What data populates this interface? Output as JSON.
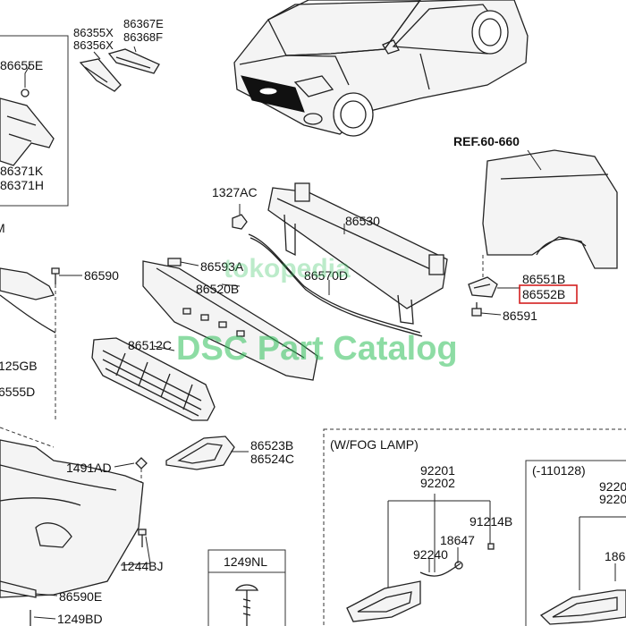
{
  "labels": {
    "p86355x": "86355X",
    "p86356x": "86356X",
    "p86367e": "86367E",
    "p86368f": "86368F",
    "p86655e": "86655E",
    "p86371k": "86371K",
    "p86371h": "86371H",
    "ref": "REF.60-660",
    "p1327ac": "1327AC",
    "p86530": "86530",
    "p86593a": "86593A",
    "p86520b": "86520B",
    "p86570d": "86570D",
    "p86590": "86590",
    "p86551b": "86551B",
    "p86552b": "86552B",
    "p86591": "86591",
    "p86512c": "86512C",
    "p125gb": "125GB",
    "p6555d": "6555D",
    "p86523b": "86523B",
    "p86524c": "86524C",
    "p1491ad": "1491AD",
    "p1244bj": "1244BJ",
    "p86590e": "86590E",
    "p1249bd": "1249BD",
    "p1249nl": "1249NL",
    "fog_title": "(W/FOG LAMP)",
    "p92201": "92201",
    "p92202": "92202",
    "p91214b": "91214B",
    "p18647": "18647",
    "p92240": "92240",
    "box2_title": "(-110128)",
    "p9220_a": "9220",
    "p9220_b": "9220",
    "p186": "186",
    "m_fragment": "M"
  },
  "watermark": {
    "line1": "tokopedia",
    "line2": "DSC Part Catalog"
  },
  "colors": {
    "highlight": "#d32020",
    "watermark": "#2fc05a"
  }
}
